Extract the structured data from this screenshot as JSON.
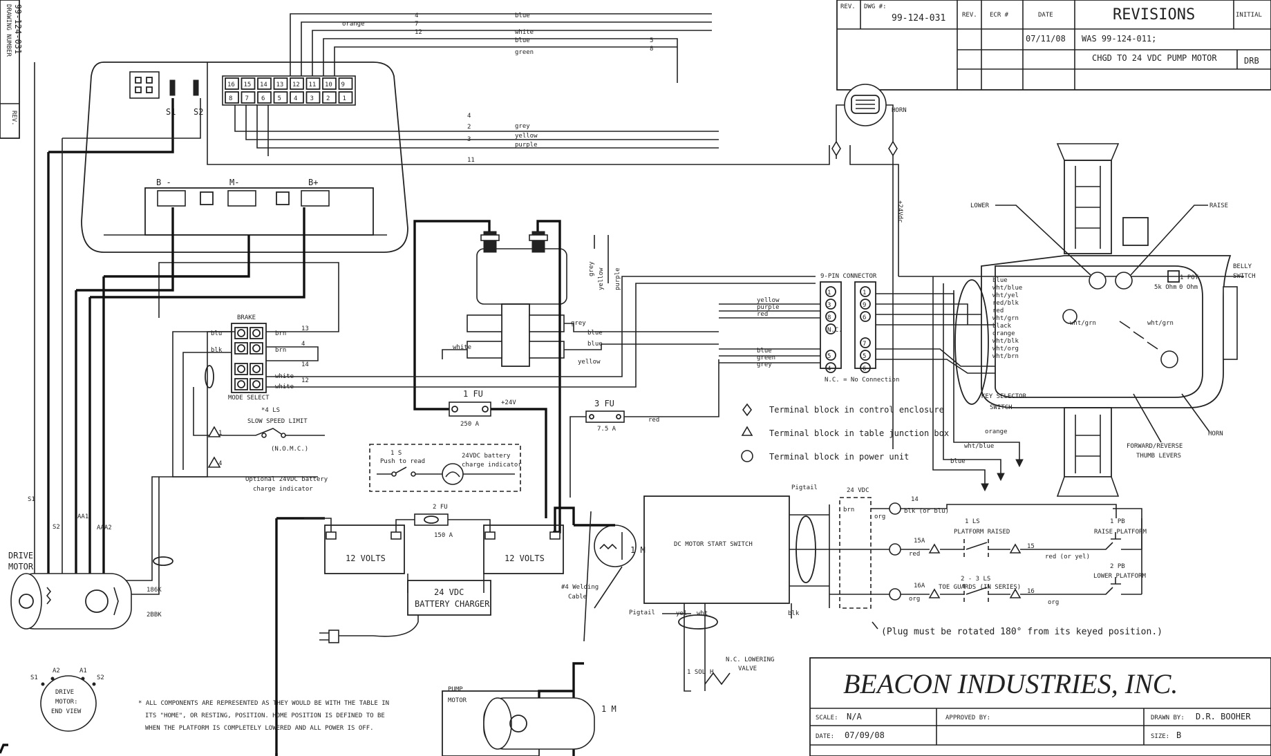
{
  "drawing_number_label": "DRAWING NUMBER",
  "drawing_number_side": "99-124-031",
  "rev_label_side": "REV.",
  "title_header": {
    "rev": "REV.",
    "dwg": "DWG #:",
    "dwg_number": "99-124-031",
    "revisions": "REVISIONS",
    "rev_col": "REV.",
    "ecr_col": "ECR #",
    "date_col": "DATE",
    "initial_col": "INITIAL",
    "rev_date": "07/11/08",
    "rev_desc_1": "WAS 99-124-011;",
    "rev_desc_2": "CHGD TO 24 VDC PUMP MOTOR",
    "rev_initial": "DRB"
  },
  "connector": {
    "top_pins": [
      "16",
      "15",
      "14",
      "13",
      "12",
      "11",
      "10",
      "9"
    ],
    "bottom_pins": [
      "8",
      "7",
      "6",
      "5",
      "4",
      "3",
      "2",
      "1"
    ],
    "s1": "S1",
    "s2": "S2",
    "b_minus": "B -",
    "m_minus": "M-",
    "b_plus": "B+"
  },
  "wire_colors_top": [
    "blue",
    "orange",
    "white",
    "blue",
    "green"
  ],
  "wire_numbers_top": [
    "4",
    "7",
    "12",
    "5",
    "8"
  ],
  "wire_colors_mid": [
    "grey",
    "yellow",
    "purple"
  ],
  "wire_numbers_mid": [
    "4",
    "2",
    "3",
    "11"
  ],
  "horn_label": "HORN",
  "horn_note": "+24Vdc",
  "brake": {
    "label": "BRAKE",
    "left": [
      "blu",
      "blk"
    ],
    "right": [
      "brn",
      "brn",
      "white",
      "white"
    ],
    "nums": [
      "13",
      "4",
      "14",
      "12"
    ],
    "mode_select": "MODE SELECT",
    "ls_label": "*4 LS",
    "slow_speed": "SLOW SPEED LIMIT",
    "nomc": "(N.O.M.C.)",
    "opt_charge_1": "Optional 24VDC battery",
    "opt_charge_2": "charge indicator",
    "tri1": "1",
    "tri2": "4"
  },
  "solenoid_wires": [
    "grey",
    "blue",
    "blue",
    "yellow",
    "white",
    "grey",
    "yellow",
    "purple"
  ],
  "fuses": {
    "fu1": "1 FU",
    "fu1_amp": "250 A",
    "fu1_volt": "+24V",
    "fu2": "2 FU",
    "fu2_amp": "150 A",
    "fu3": "3 FU",
    "fu3_amp": "7.5 A",
    "fu3_wire": "red"
  },
  "charge_box": {
    "ls": "1 S",
    "push": "Push to read",
    "indicator_1": "24VDC battery",
    "indicator_2": "charge indicator"
  },
  "battery1": "12 VOLTS",
  "battery2": "12 VOLTS",
  "charger_1": "24 VDC",
  "charger_2": "BATTERY CHARGER",
  "welding_1": "#4 Welding",
  "welding_2": "Cable",
  "motor_1m": "1 M",
  "dc_switch": "DC MOTOR START SWITCH",
  "pigtail": "Pigtail",
  "pigtail2": "Pigtail",
  "vdc24": "24 VDC",
  "pigtail_wires": [
    "yel",
    "wht",
    "blk"
  ],
  "sol": "1 SOL",
  "sol_h": "H",
  "lowering_1": "N.C. LOWERING",
  "lowering_2": "VALVE",
  "pump_motor_1": "PUMP",
  "pump_motor_2": "MOTOR",
  "pump_1m": "1 M",
  "drive_motor_1": "DRIVE",
  "drive_motor_2": "MOTOR",
  "drive_wires": [
    "S1",
    "S2",
    "AA1",
    "AAA2"
  ],
  "drive_cable": [
    "186K",
    "2BBK"
  ],
  "end_view": {
    "l1": "DRIVE",
    "l2": "MOTOR:",
    "l3": "END VIEW",
    "a2": "A2",
    "a1": "A1",
    "s1": "S1",
    "s2": "S2"
  },
  "nine_pin": {
    "title": "9-PIN CONNECTOR",
    "left": [
      "1",
      "3",
      "8",
      "N.C.",
      "5",
      "4"
    ],
    "right": [
      "1",
      "9",
      "6",
      "7",
      "5",
      "6"
    ],
    "note": "N.C. = No Connection",
    "wires_left": [
      "yellow",
      "purple",
      "red",
      "blue",
      "green",
      "grey"
    ]
  },
  "legend": [
    {
      "shape": "diamond",
      "text": "Terminal block in control enclosure"
    },
    {
      "shape": "triangle",
      "text": "Terminal block in table junction box"
    },
    {
      "shape": "circle",
      "text": "Terminal block in power unit"
    }
  ],
  "control_wires": [
    "blue",
    "wht/blue",
    "wht/yel",
    "red/blk",
    "red",
    "wht/grn",
    "black",
    "orange",
    "wht/blk",
    "wht/org",
    "wht/brn"
  ],
  "handle": {
    "lower": "LOWER",
    "raise": "RAISE",
    "belly_1": "BELLY",
    "belly_2": "SWITCH",
    "pot": "1 POT",
    "pot_5k": "5k Ohm",
    "pot_0": "0 Ohm",
    "key_1": "KEY SELECTOR",
    "key_2": "SWITCH",
    "horn": "HORN",
    "fr_1": "FORWARD/REVERSE",
    "fr_2": "THUMB LEVERS",
    "w1": "orange",
    "w2": "wht/blue",
    "w3": "blue",
    "w4": "wht/grn",
    "w5": "wht/grn"
  },
  "ladder": {
    "r1_wire": "14",
    "r1_label": "blk (or blu)",
    "r1_top": "brn",
    "r1_org": "org",
    "ls_1": "1 LS",
    "ls_2": "PLATFORM RAISED",
    "pb1_1": "1 PB",
    "pb1_2": "RAISE PLATFORM",
    "r2_wire": "15A",
    "r2_label": "red",
    "r2_num": "15",
    "r2_tail": "red (or yel)",
    "ls3_1": "2 - 3 LS",
    "ls3_2": "TOE GUARDS (IN SERIES)",
    "pb2_1": "2 PB",
    "pb2_2": "LOWER PLATFORM",
    "r3_wire": "16A",
    "r3_label": "org",
    "r3_num": "16",
    "r3_tail": "org",
    "plug_note": "(Plug must be rotated 180° from its keyed position.)"
  },
  "footnote": [
    "* ALL COMPONENTS ARE REPRESENTED AS THEY WOULD BE WITH THE TABLE IN",
    "ITS \"HOME\", OR RESTING, POSITION.  HOME POSITION IS DEFINED TO BE",
    "WHEN THE PLATFORM IS COMPLETELY LOWERED AND ALL POWER IS OFF."
  ],
  "title_block": {
    "company": "BEACON INDUSTRIES, INC.",
    "scale_label": "SCALE:",
    "scale": "N/A",
    "approved": "APPROVED BY:",
    "drawn_label": "DRAWN BY:",
    "drawn": "D.R. BOOHER",
    "date_label": "DATE:",
    "date": "07/09/08",
    "size_label": "SIZE:",
    "size": "B"
  }
}
